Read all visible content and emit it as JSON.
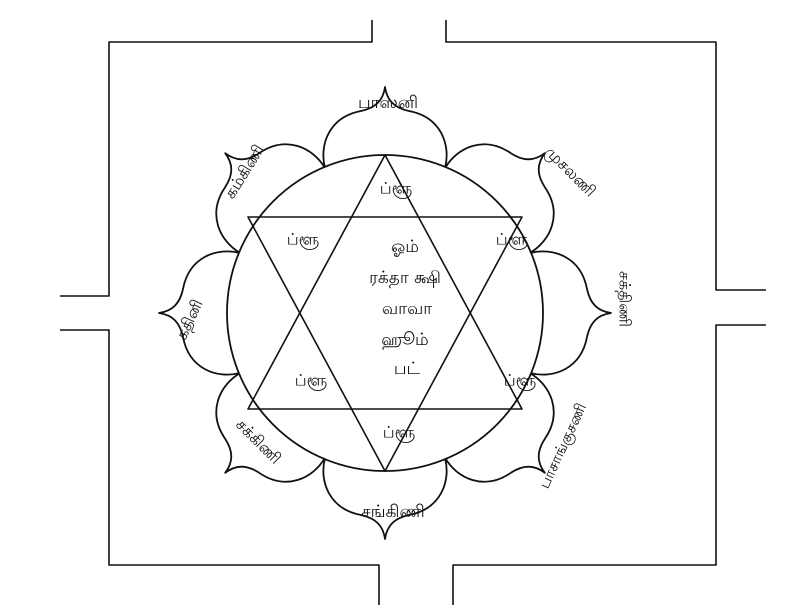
{
  "petals": [
    {
      "label": "பாஸனி"
    },
    {
      "label": "முசலணி"
    },
    {
      "label": "சக்திணி"
    },
    {
      "label": "பாசாங்குசணி"
    },
    {
      "label": "சங்கிணி"
    },
    {
      "label": "சக்கிணி"
    },
    {
      "label": "கதினி"
    },
    {
      "label": "கம்கிணி"
    }
  ],
  "star_points": [
    {
      "label": "ப்ளூ"
    },
    {
      "label": "ப்ளூ"
    },
    {
      "label": "ப்ளூ"
    },
    {
      "label": "ப்ளூ"
    },
    {
      "label": "ப்ளூ"
    },
    {
      "label": "ப்ளூ"
    }
  ],
  "center_mantra": [
    "ஓம்",
    "ரக்தா க்ஷி",
    "வாவா",
    "ஹூம்",
    "பட்"
  ],
  "colors": {
    "ink": "#111111",
    "paper": "#ffffff"
  }
}
